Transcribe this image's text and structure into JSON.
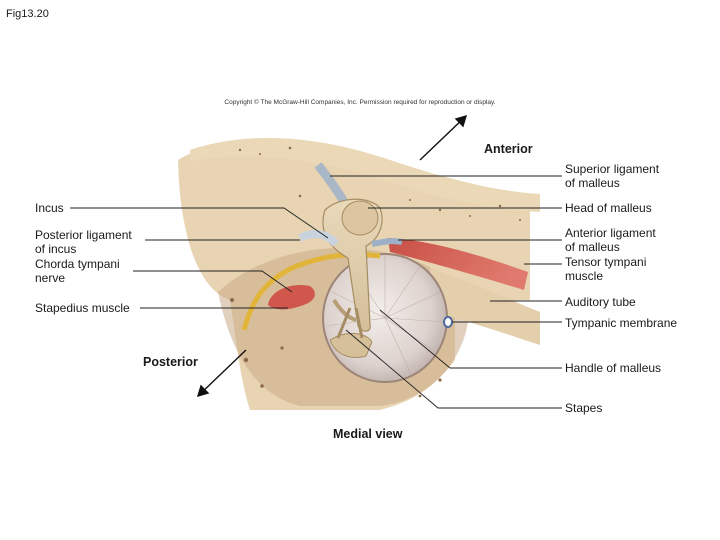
{
  "slide_label": "Fig13.20",
  "copyright": "Copyright © The McGraw-Hill Companies, Inc. Permission required for reproduction or display.",
  "directions": {
    "anterior": "Anterior",
    "posterior": "Posterior",
    "view": "Medial view"
  },
  "labels_left": [
    {
      "id": "incus",
      "lines": [
        "Incus"
      ]
    },
    {
      "id": "posterior-ligament-of-incus",
      "lines": [
        "Posterior ligament",
        "of incus"
      ]
    },
    {
      "id": "chorda-tympani-nerve",
      "lines": [
        "Chorda tympani",
        "nerve"
      ]
    },
    {
      "id": "stapedius-muscle",
      "lines": [
        "Stapedius muscle"
      ]
    }
  ],
  "labels_right": [
    {
      "id": "superior-ligament-of-malleus",
      "lines": [
        "Superior ligament",
        "of malleus"
      ]
    },
    {
      "id": "head-of-malleus",
      "lines": [
        "Head of malleus"
      ]
    },
    {
      "id": "anterior-ligament-of-malleus",
      "lines": [
        "Anterior ligament",
        "of malleus"
      ]
    },
    {
      "id": "tensor-tympani-muscle",
      "lines": [
        "Tensor tympani",
        "muscle"
      ]
    },
    {
      "id": "auditory-tube",
      "lines": [
        "Auditory tube"
      ]
    },
    {
      "id": "tympanic-membrane",
      "lines": [
        "Tympanic membrane"
      ]
    },
    {
      "id": "handle-of-malleus",
      "lines": [
        "Handle of malleus"
      ]
    },
    {
      "id": "stapes",
      "lines": [
        "Stapes"
      ]
    }
  ]
}
